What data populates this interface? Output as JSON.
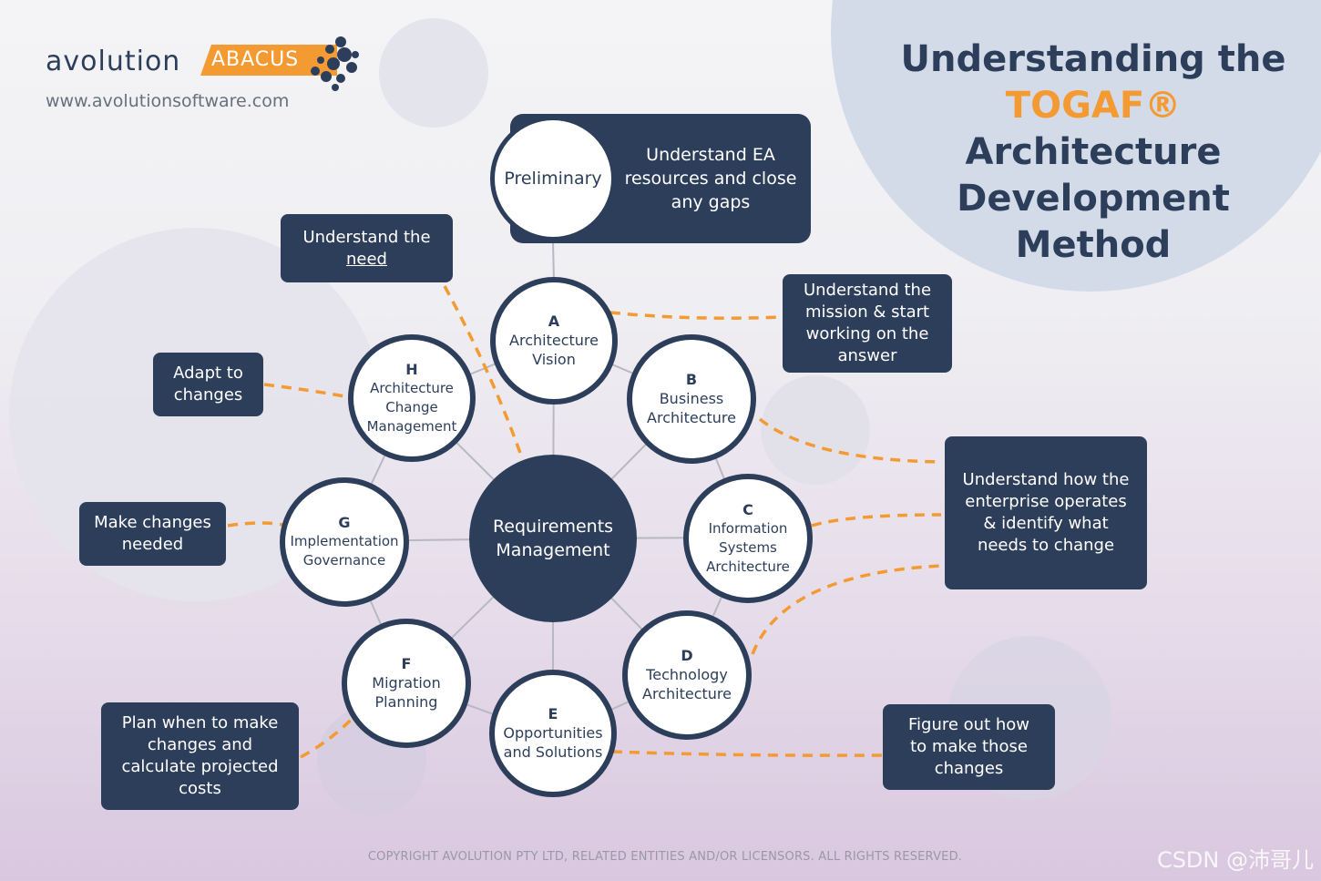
{
  "logo": {
    "wordmark": "avolution",
    "tag": "ABACUS",
    "url": "www.avolutionsoftware.com"
  },
  "title": {
    "line1": "Understanding the",
    "accent": "TOGAF®",
    "line2_rest": "Architecture",
    "line3": "Development Method"
  },
  "preliminary": {
    "label": "Preliminary",
    "description": "Understand EA resources and close any gaps"
  },
  "center": {
    "label": "Requirements\nManagement"
  },
  "phases": [
    {
      "letter": "A",
      "name": "Architecture\nVision"
    },
    {
      "letter": "B",
      "name": "Business\nArchitecture"
    },
    {
      "letter": "C",
      "name": "Information\nSystems\nArchitecture"
    },
    {
      "letter": "D",
      "name": "Technology\nArchitecture"
    },
    {
      "letter": "E",
      "name": "Opportunities\nand Solutions"
    },
    {
      "letter": "F",
      "name": "Migration\nPlanning"
    },
    {
      "letter": "G",
      "name": "Implementation\nGovernance"
    },
    {
      "letter": "H",
      "name": "Architecture\nChange\nManagement"
    }
  ],
  "callouts": {
    "understand_need_prefix": "Understand the",
    "understand_need_link": "need",
    "mission": "Understand the mission & start working on the answer",
    "adapt": "Adapt to changes",
    "make_changes": "Make changes needed",
    "enterprise": "Understand how the enterprise operates & identify what needs to change",
    "plan": "Plan when to make changes and calculate projected costs",
    "figure_out": "Figure out how to make those changes"
  },
  "footer": {
    "copyright": "COPYRIGHT AVOLUTION PTY LTD, RELATED ENTITIES AND/OR LICENSORS. ALL RIGHTS RESERVED.",
    "watermark": "CSDN @沛哥儿"
  },
  "colors": {
    "navy": "#2d3e5b",
    "orange": "#f49a33",
    "connector": "#b8b8c2"
  }
}
